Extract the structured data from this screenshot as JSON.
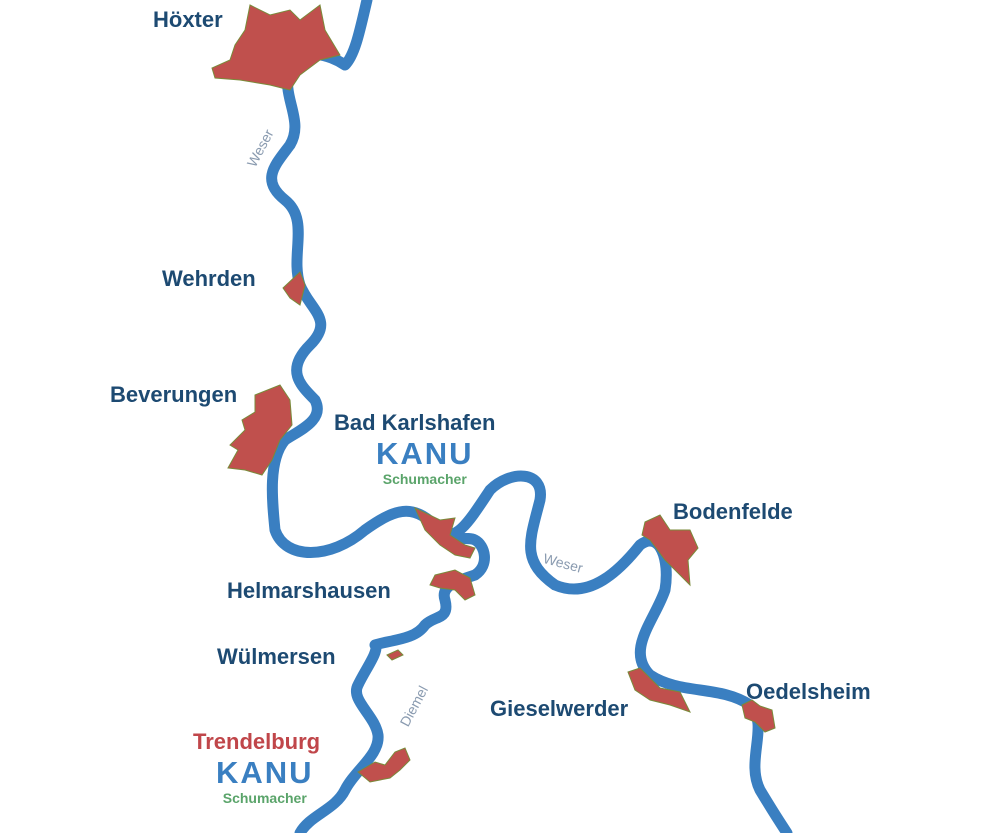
{
  "towns": [
    {
      "name": "Höxter"
    },
    {
      "name": "Wehrden"
    },
    {
      "name": "Beverungen"
    },
    {
      "name": "Bad Karlshafen"
    },
    {
      "name": "Helmarshausen"
    },
    {
      "name": "Wülmersen"
    },
    {
      "name": "Trendelburg"
    },
    {
      "name": "Bodenfelde"
    },
    {
      "name": "Gieselwerder"
    },
    {
      "name": "Oedelsheim"
    }
  ],
  "rivers": {
    "weser_1": "Weser",
    "weser_2": "Weser",
    "diemel": "Diemel"
  },
  "logos": [
    {
      "title": "KANU",
      "subtitle": "Schumacher"
    },
    {
      "title": "KANU",
      "subtitle": "Schumacher"
    }
  ],
  "colors": {
    "river": "#3a7fc1",
    "town": "#c0504d",
    "town_border": "#7a8a3a",
    "label": "#1d4a72",
    "highlight": "#c0464a",
    "logo_sub": "#5aa46a"
  }
}
